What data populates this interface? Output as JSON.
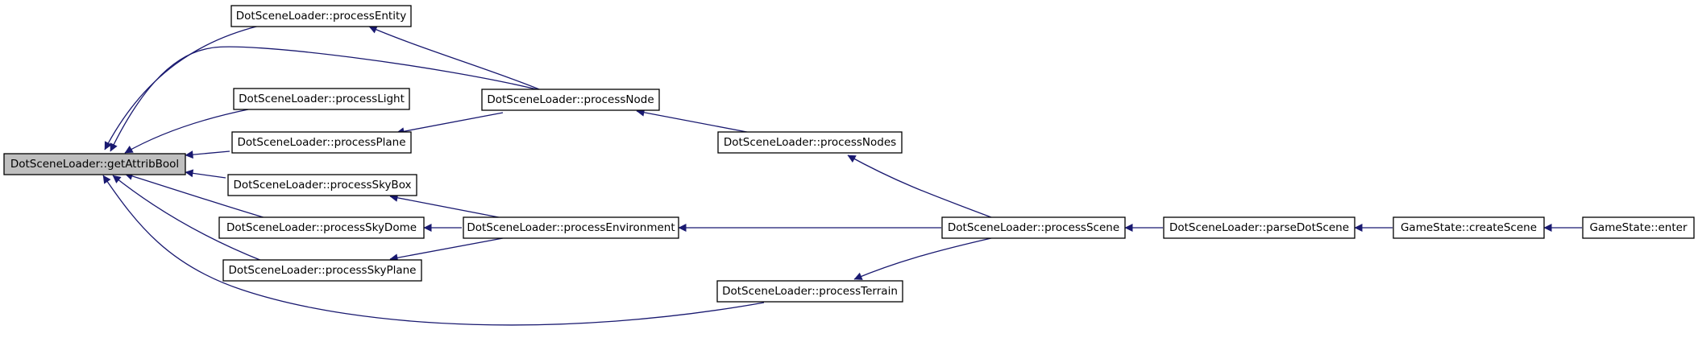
{
  "graph": {
    "colors": {
      "edge": "#191970",
      "node_fill": "#ffffff",
      "focus_fill": "#bfbfbf",
      "border": "#000000"
    },
    "nodes": [
      {
        "id": "getAttribBool",
        "label": "DotSceneLoader::getAttribBool",
        "focus": true
      },
      {
        "id": "processEntity",
        "label": "DotSceneLoader::processEntity"
      },
      {
        "id": "processLight",
        "label": "DotSceneLoader::processLight"
      },
      {
        "id": "processPlane",
        "label": "DotSceneLoader::processPlane"
      },
      {
        "id": "processSkyBox",
        "label": "DotSceneLoader::processSkyBox"
      },
      {
        "id": "processSkyDome",
        "label": "DotSceneLoader::processSkyDome"
      },
      {
        "id": "processSkyPlane",
        "label": "DotSceneLoader::processSkyPlane"
      },
      {
        "id": "processNode",
        "label": "DotSceneLoader::processNode"
      },
      {
        "id": "processEnvironment",
        "label": "DotSceneLoader::processEnvironment"
      },
      {
        "id": "processNodes",
        "label": "DotSceneLoader::processNodes"
      },
      {
        "id": "processTerrain",
        "label": "DotSceneLoader::processTerrain"
      },
      {
        "id": "processScene",
        "label": "DotSceneLoader::processScene"
      },
      {
        "id": "parseDotScene",
        "label": "DotSceneLoader::parseDotScene"
      },
      {
        "id": "createScene",
        "label": "GameState::createScene"
      },
      {
        "id": "enter",
        "label": "GameState::enter"
      }
    ],
    "edges": [
      {
        "from": "processEntity",
        "to": "getAttribBool"
      },
      {
        "from": "processNode",
        "to": "getAttribBool"
      },
      {
        "from": "processLight",
        "to": "getAttribBool"
      },
      {
        "from": "processPlane",
        "to": "getAttribBool"
      },
      {
        "from": "processSkyBox",
        "to": "getAttribBool"
      },
      {
        "from": "processSkyDome",
        "to": "getAttribBool"
      },
      {
        "from": "processSkyPlane",
        "to": "getAttribBool"
      },
      {
        "from": "processTerrain",
        "to": "getAttribBool"
      },
      {
        "from": "processNode",
        "to": "processEntity"
      },
      {
        "from": "processNode",
        "to": "processPlane"
      },
      {
        "from": "processNodes",
        "to": "processNode"
      },
      {
        "from": "processEnvironment",
        "to": "processSkyBox"
      },
      {
        "from": "processEnvironment",
        "to": "processSkyDome"
      },
      {
        "from": "processEnvironment",
        "to": "processSkyPlane"
      },
      {
        "from": "processScene",
        "to": "processNodes"
      },
      {
        "from": "processScene",
        "to": "processEnvironment"
      },
      {
        "from": "processScene",
        "to": "processTerrain"
      },
      {
        "from": "parseDotScene",
        "to": "processScene"
      },
      {
        "from": "createScene",
        "to": "parseDotScene"
      },
      {
        "from": "enter",
        "to": "createScene"
      }
    ]
  }
}
